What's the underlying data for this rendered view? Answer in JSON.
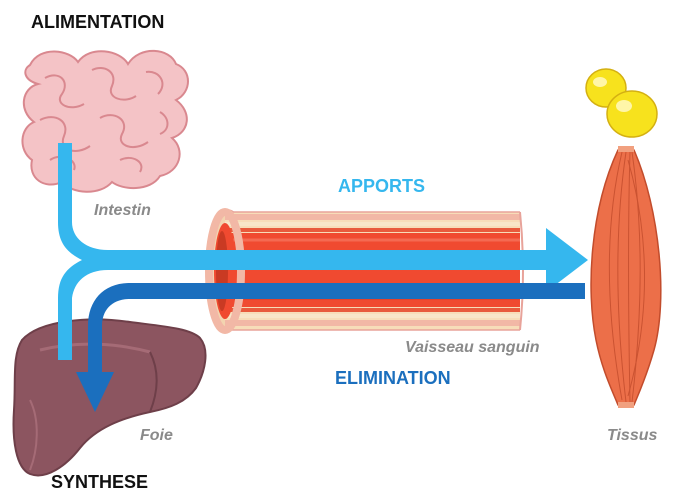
{
  "labels": {
    "alimentation": "ALIMENTATION",
    "synthese": "SYNTHESE",
    "apports": "APPORTS",
    "elimination": "ELIMINATION",
    "intestin": "Intestin",
    "vaisseau": "Vaisseau sanguin",
    "foie": "Foie",
    "tissus": "Tissus"
  },
  "colors": {
    "apports_arrow": "#35b7ee",
    "elimination_arrow": "#1b6fbe",
    "intestine": "#f4c3c6",
    "liver": "#8c5560",
    "vessel_wall": "#f7ddb9",
    "vessel_lumen": "#f04a30",
    "muscle": "#ec6f49",
    "fat_droplet": "#f7e21d",
    "organ_label": "#8a8a8a"
  },
  "icons": {
    "intestine": "intestine-icon",
    "liver": "liver-icon",
    "vessel": "blood-vessel-icon",
    "muscle": "muscle-icon",
    "lipid": "lipid-droplet-icon"
  }
}
